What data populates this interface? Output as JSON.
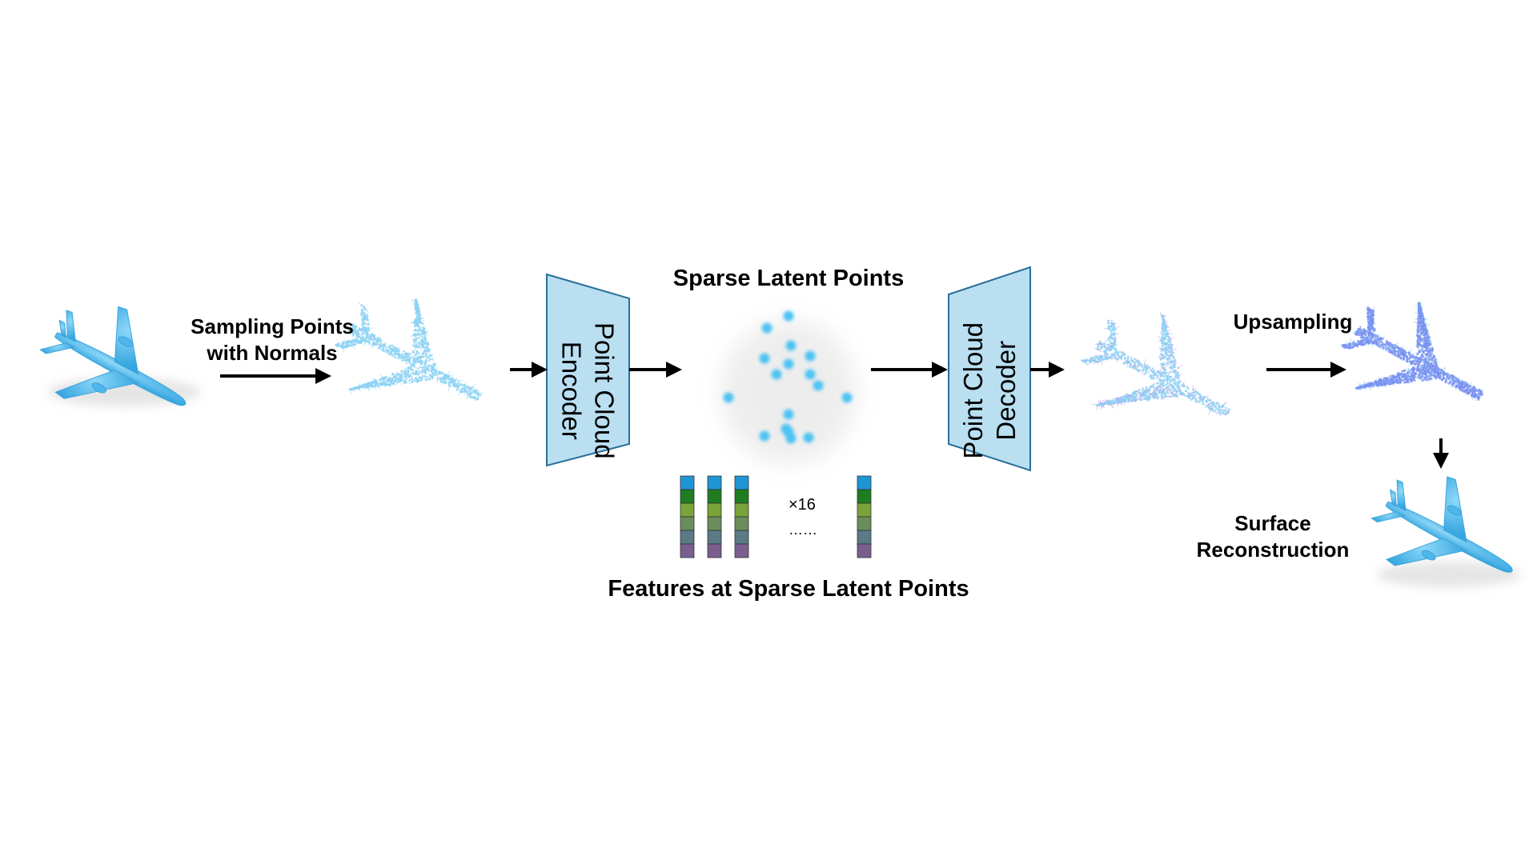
{
  "labels": {
    "sampling": "Sampling Points\nwith Normals",
    "encoder": "Point Cloud\nEncoder",
    "sparse_latent": "Sparse Latent Points",
    "decoder": "Point Cloud\nDecoder",
    "upsampling": "Upsampling",
    "surface": "Surface\nReconstruction",
    "features": "Features at Sparse Latent Points",
    "times16": "×16",
    "ellipsis": "……"
  },
  "colors": {
    "mesh": "#5bc0f0",
    "mesh_dark": "#3aa3dc",
    "points": "#8fd3f4",
    "points_normal": "#b9a5e6",
    "dense_points": "#7b8ff0",
    "trapezoid_fill": "#b9dff1",
    "trapezoid_stroke": "#2a6f9a",
    "latent_dot": "#4cc3f3",
    "feature_colors": [
      "#1e96d6",
      "#1f7d1f",
      "#7aa33a",
      "#6b8d5c",
      "#5a7a86",
      "#7a5f8e"
    ]
  },
  "icons": {
    "mesh_input": "airplane-mesh-icon",
    "point_cloud": "airplane-point-cloud-icon",
    "reconstructed_points": "airplane-point-cloud-icon",
    "dense_points": "airplane-dense-points-icon",
    "mesh_output": "airplane-mesh-icon"
  }
}
